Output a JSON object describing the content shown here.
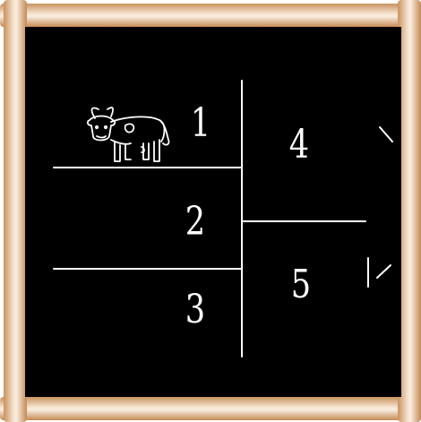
{
  "board": {
    "cells": [
      {
        "number": "1"
      },
      {
        "number": "2"
      },
      {
        "number": "3"
      },
      {
        "number": "4"
      },
      {
        "number": "5"
      }
    ]
  },
  "colors": {
    "board": "#000000",
    "chalk": "#ffffff",
    "frame": "#e9c9a4"
  },
  "icons": [
    "cow-icon"
  ]
}
